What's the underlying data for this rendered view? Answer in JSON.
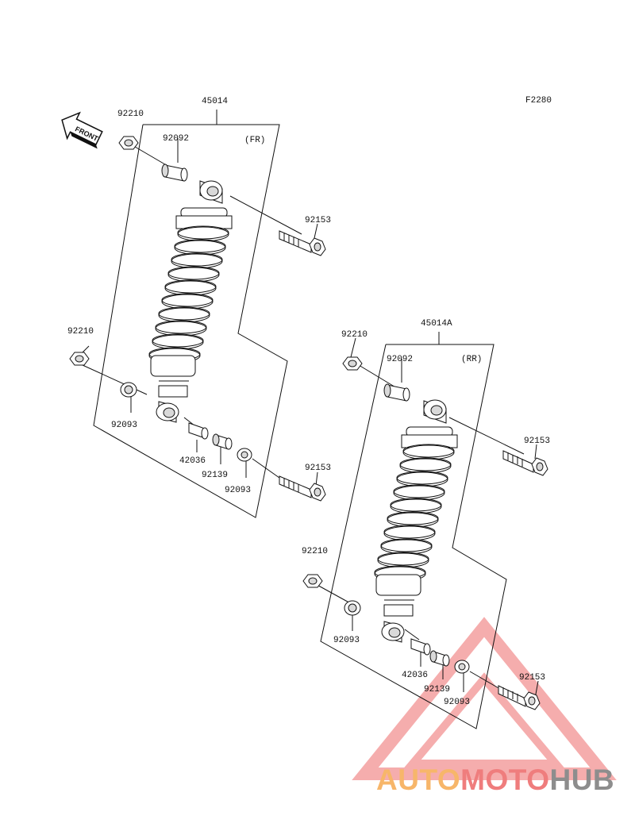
{
  "figure_code": "F2280",
  "front_marker": "FRONT",
  "front_assembly": {
    "assembly_no": "45014",
    "position": "(FR)",
    "parts": {
      "nut_top": "92210",
      "bushing_top": "92092",
      "bolt_top": "92153",
      "nut_bottom": "92210",
      "seal_left": "92093",
      "collar": "42036",
      "bushing_bottom": "92139",
      "seal_right": "92093",
      "bolt_bottom": "92153"
    }
  },
  "rear_assembly": {
    "assembly_no": "45014A",
    "position": "(RR)",
    "parts": {
      "nut_top": "92210",
      "bushing_top": "92092",
      "bolt_top": "92153",
      "nut_bottom": "92210",
      "seal_left": "92093",
      "collar": "42036",
      "bushing_bottom": "92139",
      "seal_right": "92093",
      "bolt_bottom": "92153"
    }
  },
  "watermark": {
    "part1": "AUTO",
    "part2": "MOTO",
    "part3": "HUB",
    "color_a": "#f7b66a",
    "color_b": "#ef7d7d",
    "color_c": "#8d8d8d"
  }
}
